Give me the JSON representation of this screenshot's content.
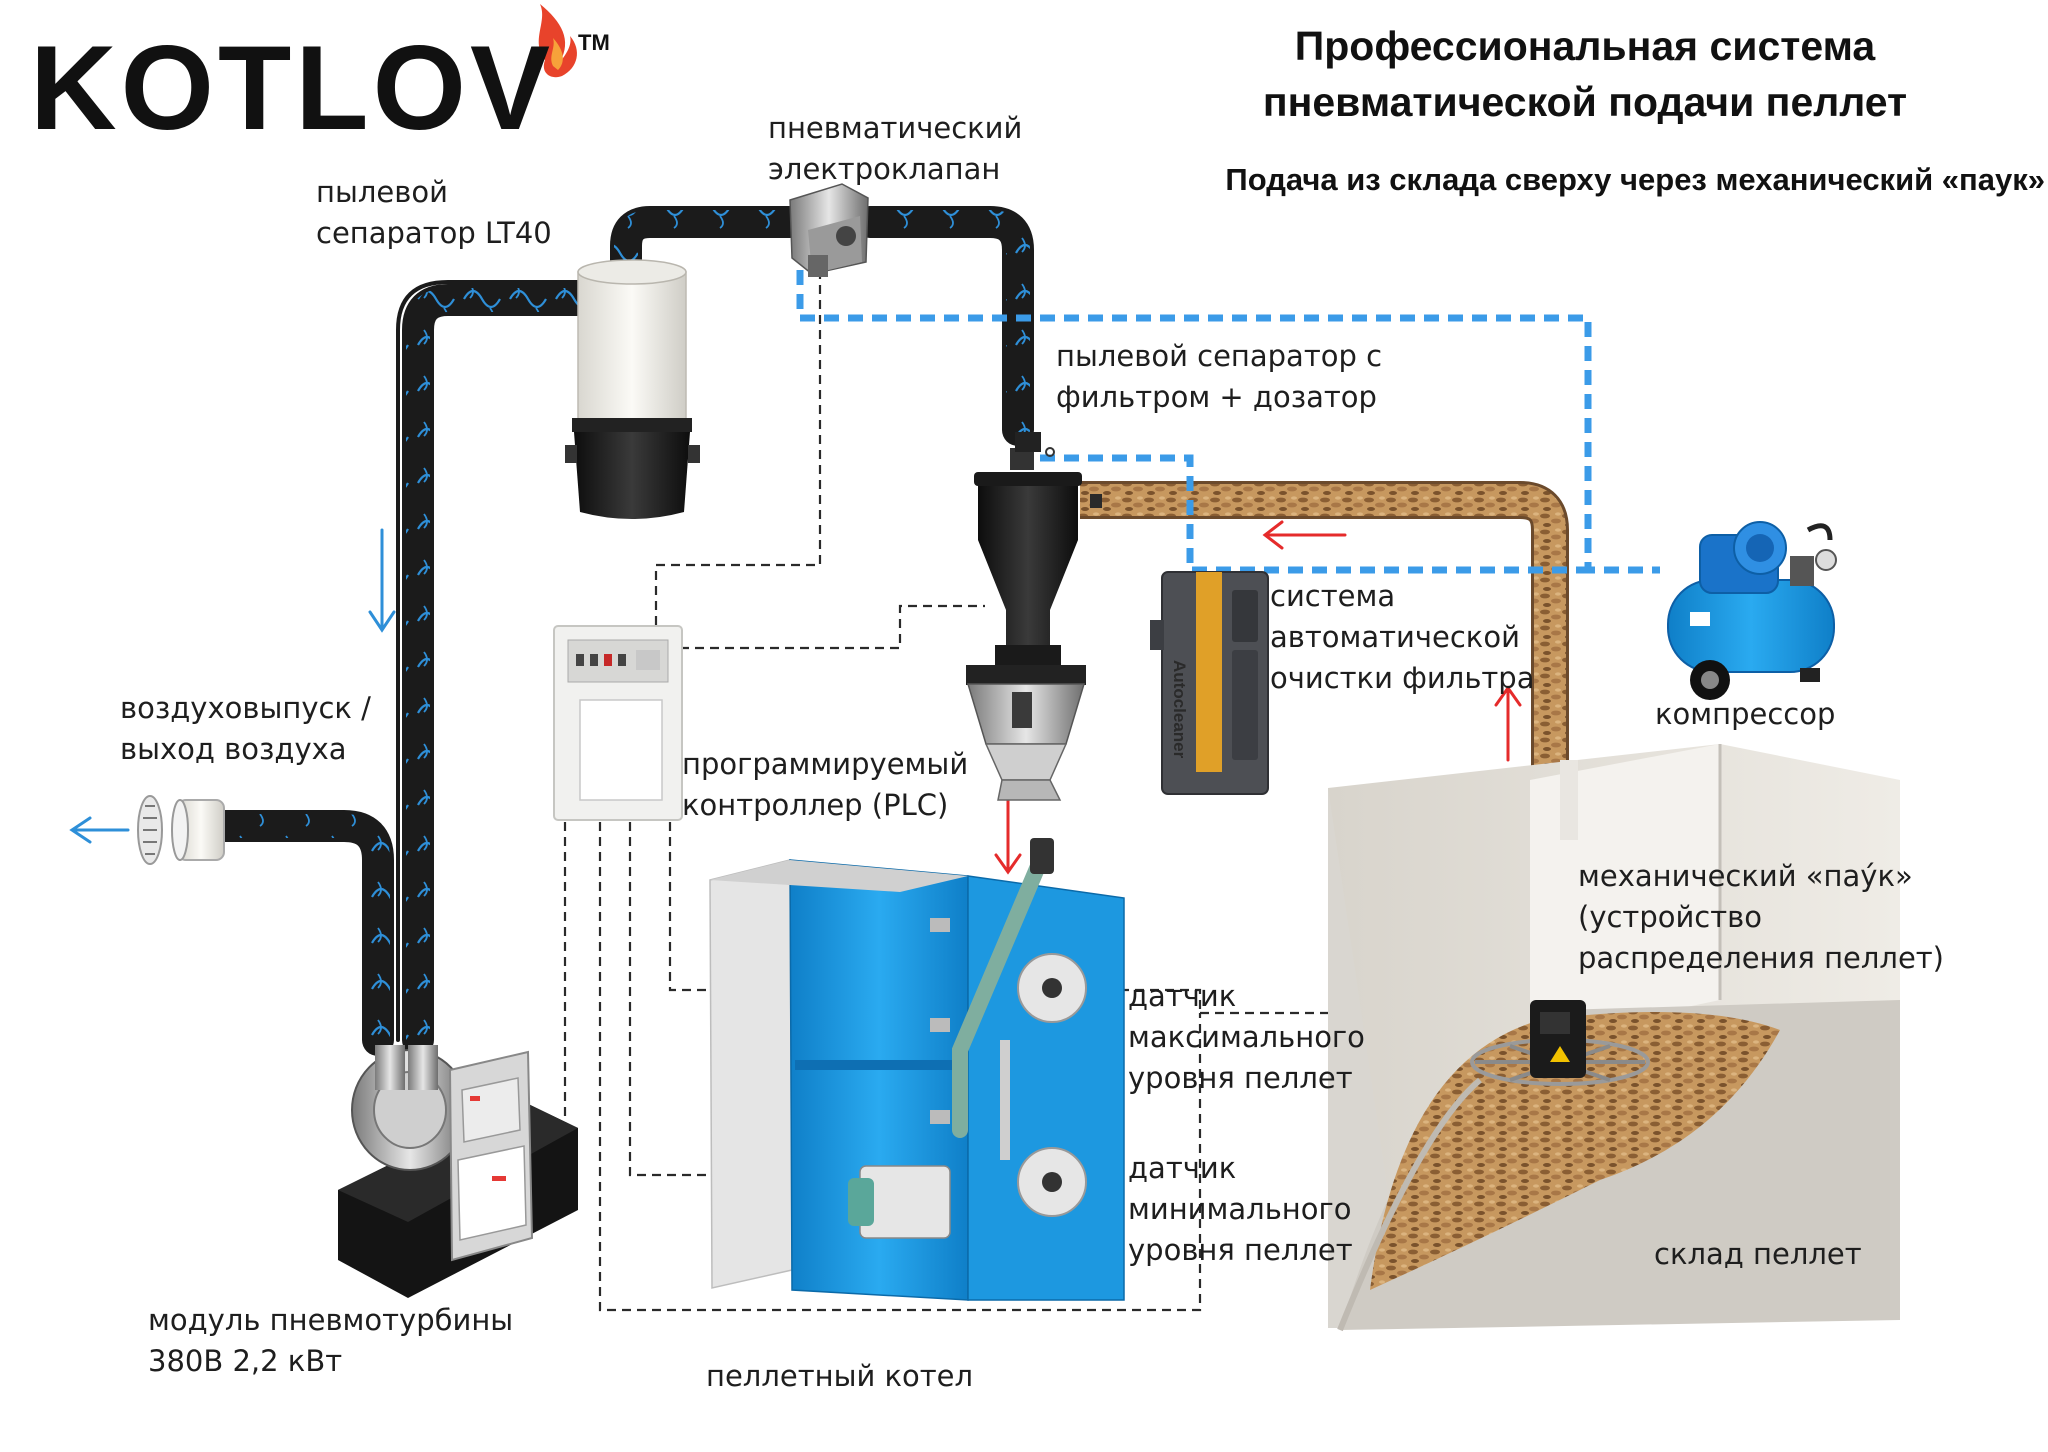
{
  "brand": {
    "logo": "KOTLOV",
    "trademark": "TM"
  },
  "title": {
    "line1": "Профессиональная система",
    "line2": "пневматической подачи пеллет"
  },
  "subtitle": "Подача из склада сверху через механический «паук»",
  "labels": {
    "separator_lt40": [
      "пылевой",
      "сепаратор LT40"
    ],
    "valve": [
      "пневматический",
      "электроклапан"
    ],
    "separator_filter": [
      "пылевой сепаратор с",
      "фильтром + дозатор"
    ],
    "autocleaner": [
      "система",
      "автоматической",
      "очистки фильтра"
    ],
    "compressor": [
      "компрессор"
    ],
    "air_outlet": [
      "воздуховыпуск /",
      "выход воздуха"
    ],
    "plc": [
      "программируемый",
      "контроллер (PLC)"
    ],
    "spider": [
      "механический «пау́к»",
      "(устройство",
      "распределения пеллет)"
    ],
    "sensor_max": [
      "датчик",
      "максимального",
      "уровня пеллет"
    ],
    "sensor_min": [
      "датчик",
      "минимального",
      "уровня пеллет"
    ],
    "storage": [
      "склад пеллет"
    ],
    "turbine": [
      "модуль пневмотурбины",
      "380В 2,2 кВт"
    ],
    "boiler": [
      "пеллетный котел"
    ]
  },
  "device_text": {
    "autocleaner_brand": "Autocleaner"
  },
  "colors": {
    "pipe": "#1b1b1b",
    "swirl": "#2e8fd8",
    "air_dash": "#3b9be8",
    "pellet": "#b8895a",
    "flow_red": "#e52b2b",
    "boiler_blue": "#1c9be6",
    "compressor_blue": "#1a73c9",
    "flame": "#e8432b"
  }
}
